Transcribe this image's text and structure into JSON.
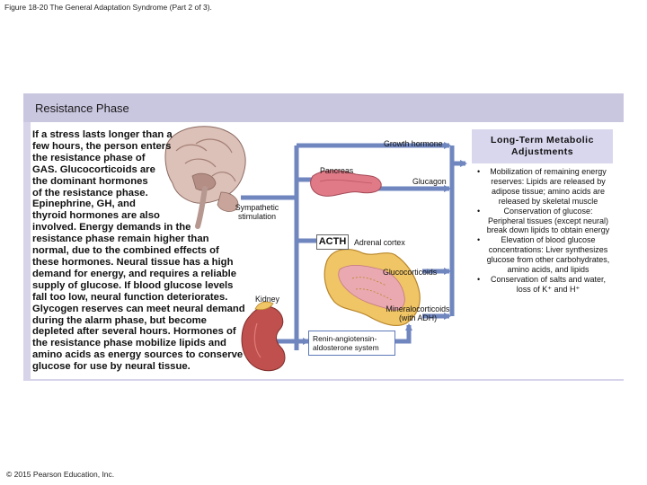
{
  "figure_caption": "Figure 18-20 The General Adaptation Syndrome (Part 2 of 3).",
  "panel_title": "Resistance Phase",
  "body_lines": [
    "If a stress lasts longer than a",
    "few hours, the person enters",
    "the resistance phase of",
    "GAS. Glucocorticoids are",
    "the dominant hormones",
    "of the resistance phase.",
    "Epinephrine, GH, and",
    "thyroid hormones are also",
    "involved. Energy demands in the",
    "resistance phase remain higher than",
    "normal, due to the combined effects of",
    "these hormones. Neural tissue has a high",
    "demand for energy, and requires a reliable",
    "supply of glucose. If blood glucose levels",
    "fall too low, neural function deteriorates.",
    "Glycogen reserves can meet neural demand",
    "during the alarm phase, but become",
    "depleted after several hours. Hormones of",
    "the resistance phase mobilize lipids and",
    "amino acids as energy sources to conserve",
    "glucose for use by neural tissue."
  ],
  "diagram_labels": {
    "growth_hormone": "Growth hormone",
    "pancreas": "Pancreas",
    "glucagon": "Glucagon",
    "sympathetic_line1": "Sympathetic",
    "sympathetic_line2": "stimulation",
    "acth": "ACTH",
    "adrenal_cortex": "Adrenal cortex",
    "glucocorticoids": "Glucocorticoids",
    "kidney": "Kidney",
    "mineralocorticoids_line1": "Mineralocorticoids",
    "mineralocorticoids_line2": "(with ADH)",
    "renin_line1": "Renin-angiotensin-",
    "renin_line2": "aldosterone system"
  },
  "long_term": {
    "header_line1": "Long-Term Metabolic",
    "header_line2": "Adjustments",
    "items": [
      "Mobilization of remaining energy reserves: Lipids are released by adipose tissue; amino acids are released by skeletal muscle",
      "Conservation of glucose: Peripheral tissues (except neural) break down lipids to obtain energy",
      "Elevation of blood glucose concentrations: Liver synthesizes glucose from other carbohydrates, amino acids, and lipids",
      "Conservation of salts and water, loss of K⁺ and H⁺"
    ],
    "bullet": "•"
  },
  "copyright": "© 2015 Pearson Education, Inc.",
  "colors": {
    "header_band": "#c9c6e0",
    "arrow_blue": "#6f86bf",
    "pancreas": "#e07a86",
    "adrenal": "#e8b14a",
    "kidney": "#c0504d",
    "brain": "#c9a49a"
  }
}
